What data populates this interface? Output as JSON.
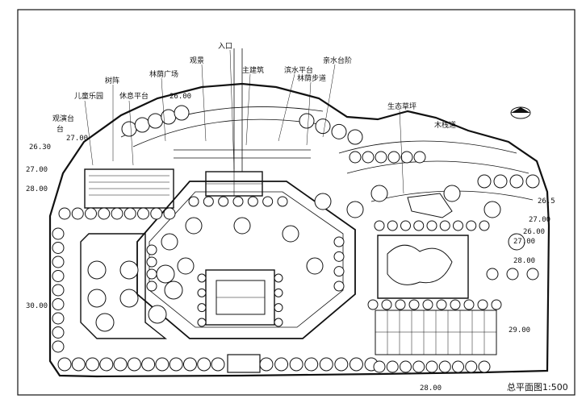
{
  "plan": {
    "title": "总平面图1:500",
    "labels": {
      "top_1": "入口",
      "top_2": "主建筑",
      "top_3": "观景",
      "top_4": "滨水平台",
      "top_5": "亲水台阶",
      "left_1": "树阵",
      "left_2": "儿童乐园",
      "left_3": "休息平台",
      "left_4": "观演台",
      "left_5": "台",
      "center_1": "林荫广场",
      "right_1": "生态草坪",
      "right_2": "木栈道",
      "right_3": "林荫步道"
    },
    "elevations": {
      "e1": "26.30",
      "e2": "27.00",
      "e3": "26.00",
      "e4": "27.00",
      "e5": "28.00",
      "e6": "26.5",
      "e7": "27.00",
      "e8": "26.00",
      "e9": "27.00",
      "e10": "28.00",
      "e11": "30.00",
      "e12": "29.00",
      "e13": "28.00"
    }
  }
}
